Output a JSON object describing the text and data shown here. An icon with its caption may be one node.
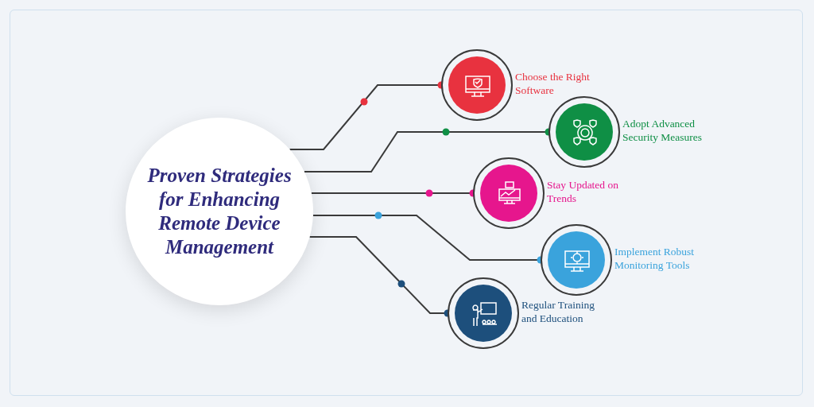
{
  "diagram": {
    "nodes": [
      {
        "text": [
          "Proven Strategies for Enhancing Remote Device Management"
        ]
      },
      {
        "text": [
          "Choose the Right Software"
        ]
      },
      {
        "text": [
          "Adopt Advanced Security Measures"
        ]
      },
      {
        "text": [
          "Stay Updated on Trends"
        ]
      },
      {
        "text": [
          "Implement Robust Monitoring Tools"
        ]
      },
      {
        "text": [
          "Regular Training and Education"
        ]
      }
    ],
    "edges": [
      {
        "from": 0,
        "to": 1,
        "arrow": "other"
      },
      {
        "from": 0,
        "to": 2,
        "arrow": "other"
      },
      {
        "from": 0,
        "to": 3,
        "arrow": "other"
      },
      {
        "from": 0,
        "to": 4,
        "arrow": "other"
      },
      {
        "from": 0,
        "to": 5,
        "arrow": "other"
      }
    ]
  }
}
